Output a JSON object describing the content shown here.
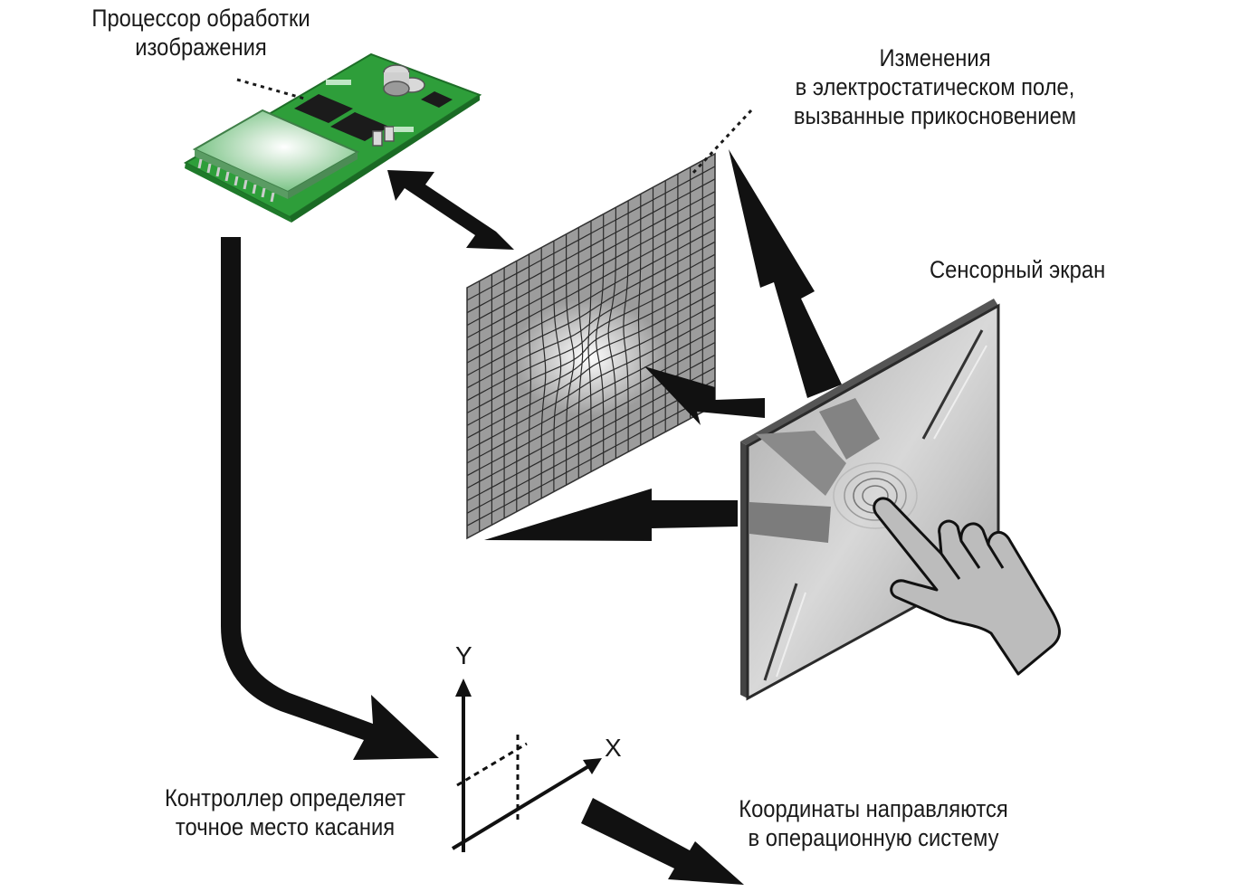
{
  "labels": {
    "processor": [
      "Процессор обработки",
      "изображения"
    ],
    "field_changes": [
      "Изменения",
      "в электростатическом поле,",
      "вызванные прикосновением"
    ],
    "touchscreen": [
      "Сенсорный экран"
    ],
    "controller": [
      "Контроллер определяет",
      "точное место касания"
    ],
    "coordinates": [
      "Координаты направляются",
      "в операционную систему"
    ]
  },
  "axes": {
    "x": "X",
    "y": "Y"
  },
  "colors": {
    "pcb": "#2e9e3a",
    "chip": "#7fc98a",
    "grid": "#aaaaaa",
    "screen": "#bdbdbd",
    "arrow": "#111111",
    "text": "#1a1a1a"
  },
  "icons": [
    "pcb-board-icon",
    "field-grid-icon",
    "touch-screen-panel-icon",
    "pointing-hand-icon",
    "coordinate-axes-icon"
  ]
}
